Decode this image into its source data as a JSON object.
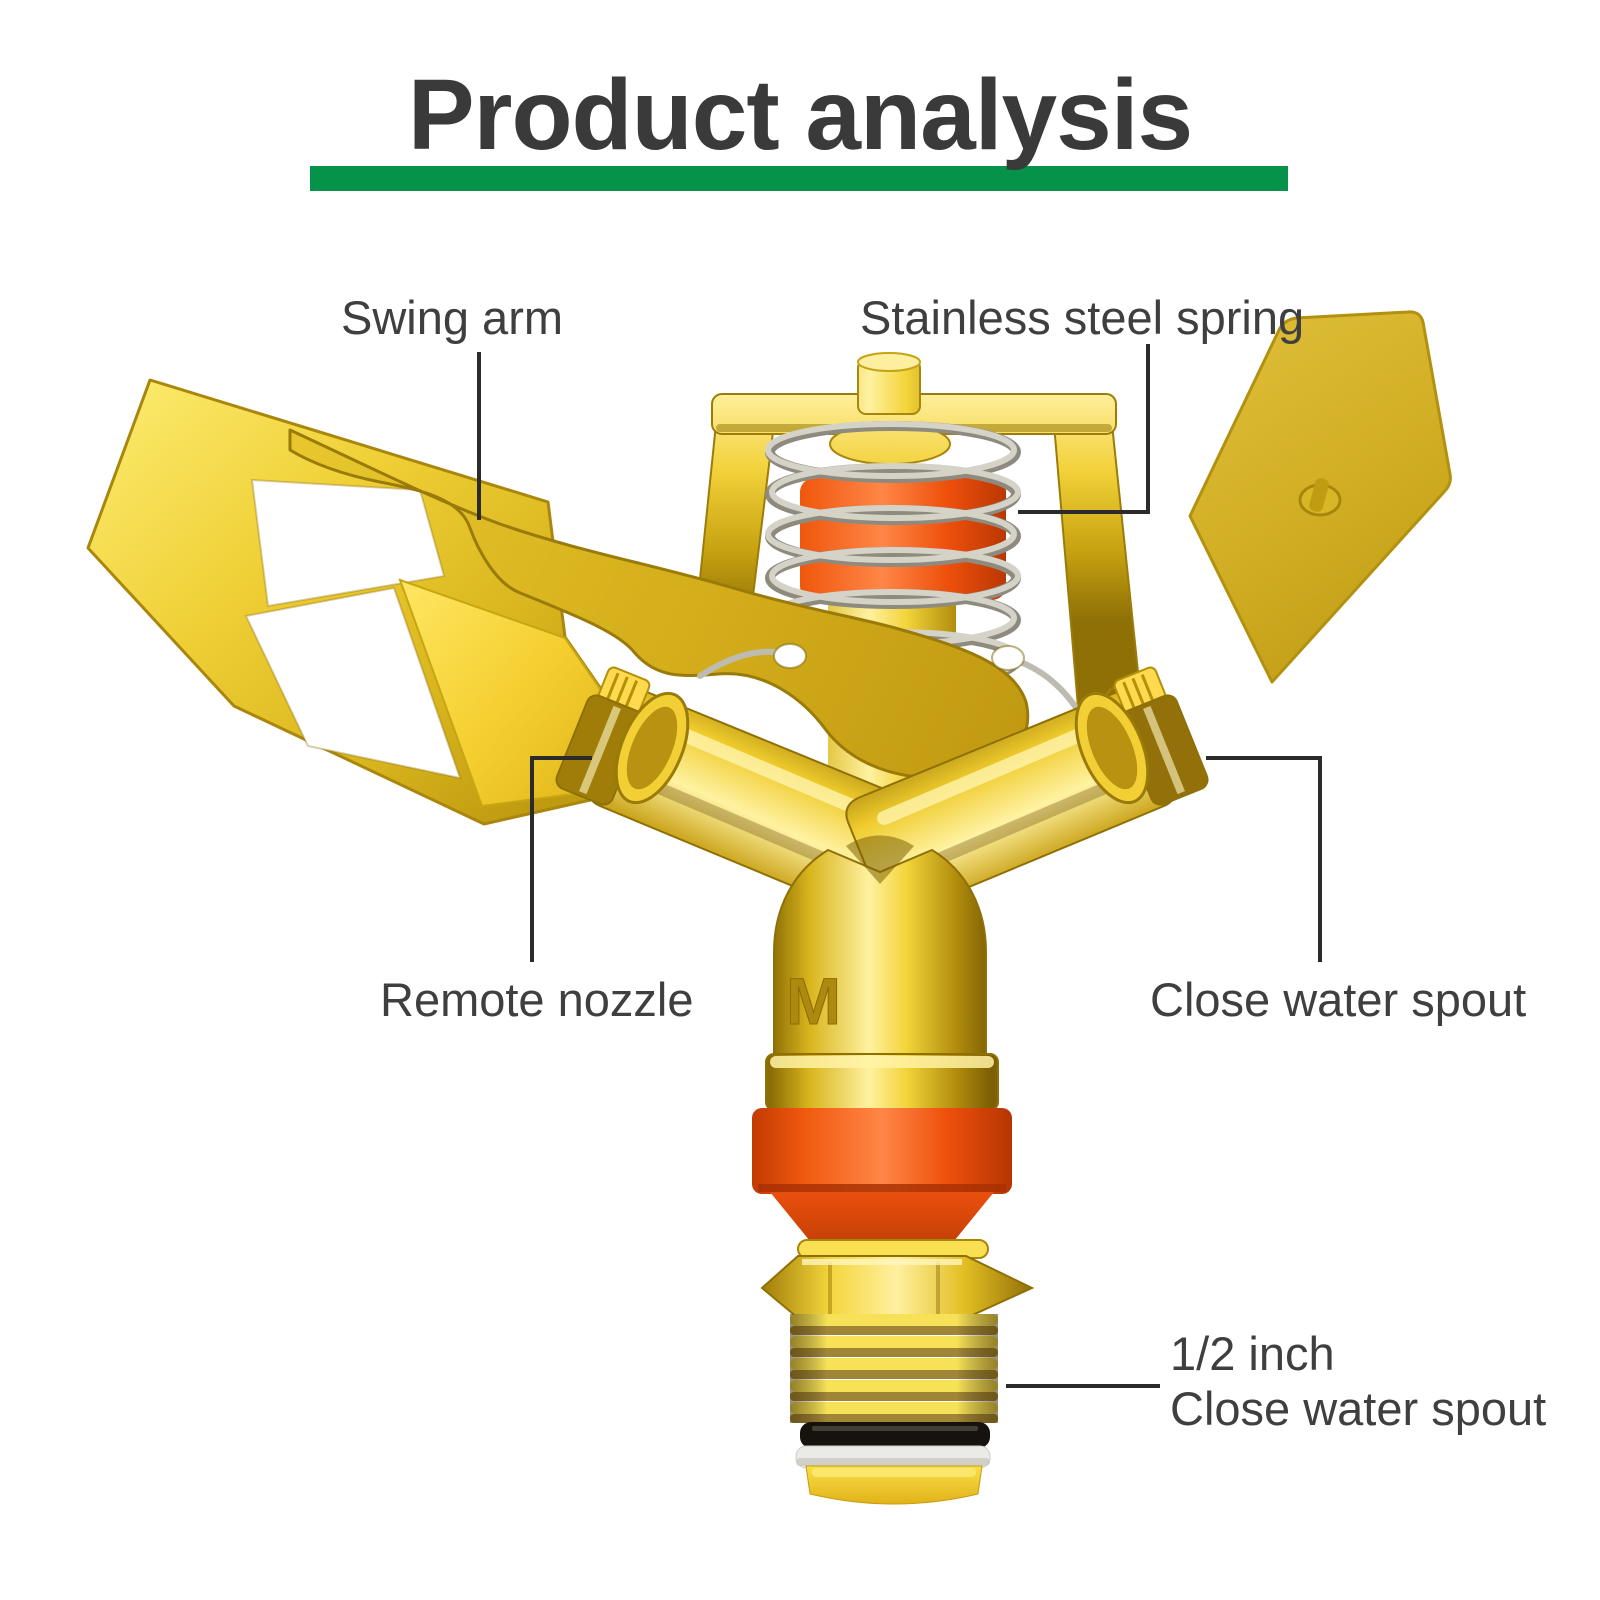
{
  "title": {
    "text": "Product analysis"
  },
  "labels": {
    "swing_arm": "Swing arm",
    "spring": "Stainless steel spring",
    "remote_nozzle": "Remote nozzle",
    "close_water_spout": "Close water spout",
    "inlet_line1": "1/2 inch",
    "inlet_line2": "Close water spout"
  },
  "product": {
    "type": "brass impact sprinkler",
    "marking": "M"
  },
  "colors": {
    "accent_green": "#07924A",
    "title_text": "#3A3A3A",
    "label_text": "#3F3F3F",
    "callout_line": "#2B2B2B",
    "brass": "#E9C62C",
    "accent_orange": "#F0520F",
    "spring_silver": "#C8C5BB",
    "seal_black": "#16130E",
    "seal_white": "#EAEAE6"
  }
}
